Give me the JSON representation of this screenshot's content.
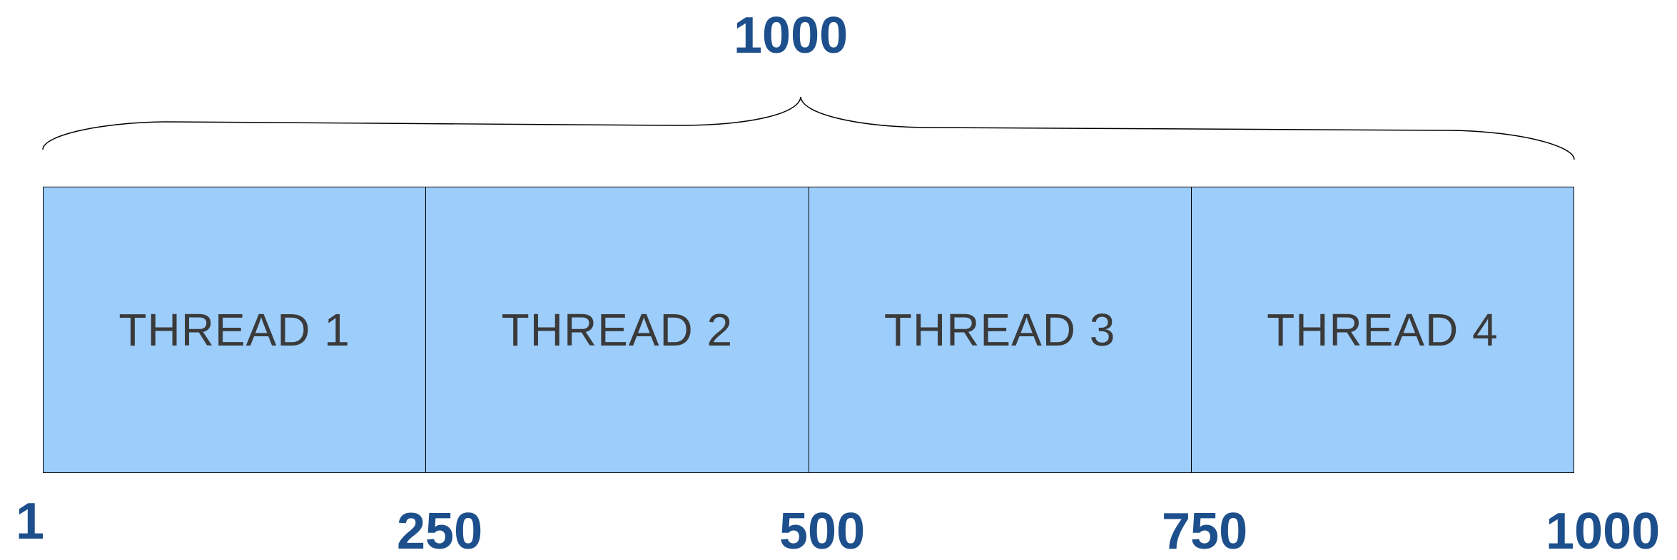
{
  "colors": {
    "block_fill": "#9dcdfb",
    "block_text": "#3a3a3a",
    "number_color": "#1d4f8c",
    "line_color": "#000000"
  },
  "total": {
    "label": "1000"
  },
  "threads": [
    {
      "label": "THREAD 1"
    },
    {
      "label": "THREAD 2"
    },
    {
      "label": "THREAD 3"
    },
    {
      "label": "THREAD 4"
    }
  ],
  "ticks": [
    {
      "label": "1"
    },
    {
      "label": "250"
    },
    {
      "label": "500"
    },
    {
      "label": "750"
    },
    {
      "label": "1000"
    }
  ]
}
